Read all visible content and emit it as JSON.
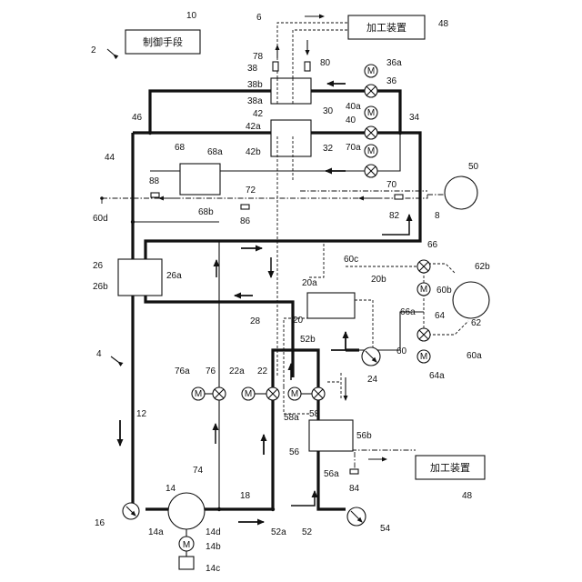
{
  "boxes": {
    "control": "制御手段",
    "processing_top": "加工装置",
    "processing_bottom": "加工装置"
  },
  "labels": {
    "l10": "10",
    "l2": "2",
    "l6": "6",
    "l48a": "48",
    "l78": "78",
    "l38": "38",
    "l38b": "38b",
    "l38a": "38a",
    "l80": "80",
    "l30": "30",
    "l36a": "36a",
    "l36": "36",
    "l40a": "40a",
    "l40": "40",
    "l42": "42",
    "l42a": "42a",
    "l42b": "42b",
    "l32": "32",
    "l34": "34",
    "l46": "46",
    "l44": "44",
    "l70a": "70a",
    "l70": "70",
    "l68": "68",
    "l68a": "68a",
    "l68b": "68b",
    "l88": "88",
    "l72": "72",
    "l86": "86",
    "l82": "82",
    "l8": "8",
    "l50": "50",
    "l60d": "60d",
    "l26": "26",
    "l26a": "26a",
    "l26b": "26b",
    "l60c": "60c",
    "l66": "66",
    "l62b": "62b",
    "l20a": "20a",
    "l20b": "20b",
    "l60b": "60b",
    "l62": "62",
    "l28": "28",
    "l20": "20",
    "l66a": "66a",
    "l64": "64",
    "l52b": "52b",
    "l60": "60",
    "l60a": "60a",
    "l24": "24",
    "l64a": "64a",
    "l4": "4",
    "l76a": "76a",
    "l76": "76",
    "l22a": "22a",
    "l22": "22",
    "l58a": "58a",
    "l58": "58",
    "l12": "12",
    "l56": "56",
    "l56b": "56b",
    "l56a": "56a",
    "l74": "74",
    "l84": "84",
    "l48b": "48",
    "l14": "14",
    "l18": "18",
    "l16": "16",
    "l14a": "14a",
    "l14d": "14d",
    "l52a": "52a",
    "l52": "52",
    "l54": "54",
    "l14b": "14b",
    "l14c": "14c"
  },
  "motor_letter": "M"
}
